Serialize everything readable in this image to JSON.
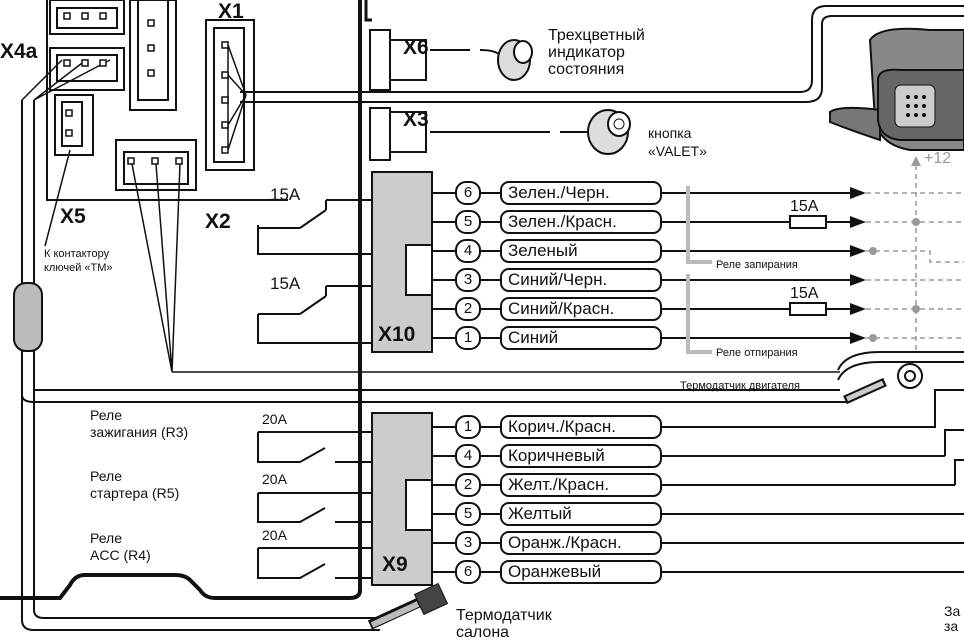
{
  "connectors": {
    "x4a": "X4a",
    "x1": "X1",
    "x5": "X5",
    "x2": "X2",
    "x6": "X6",
    "x3": "X3",
    "x10": "X10",
    "x9": "X9"
  },
  "components": {
    "indicator": "Трехцветный\nиндикатор\nсостояния",
    "valet": "кнопка\n«VALET»",
    "tm_contactor": "К контактору\nключей «ТМ»",
    "engine_sensor": "Термодатчик двигателя",
    "cabin_sensor": "Термодатчик\nсалона",
    "plus12": "+12",
    "bottom_right_cut": "За\nза"
  },
  "relays": {
    "lock_relay": "Реле запирания",
    "unlock_relay": "Реле отпирания",
    "ignition": "Реле\nзажигания (R3)",
    "starter": "Реле\nстартера (R5)",
    "acc": "Реле\nACC (R4)"
  },
  "fuses": {
    "f15_top": "15A",
    "f15_mid": "15A",
    "f15_wire1": "15A",
    "f15_wire2": "15A",
    "f20_1": "20A",
    "f20_2": "20A",
    "f20_3": "20A"
  },
  "x10_wires": [
    {
      "pin": "6",
      "name": "Зелен./Черн."
    },
    {
      "pin": "5",
      "name": "Зелен./Красн."
    },
    {
      "pin": "4",
      "name": "Зеленый"
    },
    {
      "pin": "3",
      "name": "Синий/Черн."
    },
    {
      "pin": "2",
      "name": "Синий/Красн."
    },
    {
      "pin": "1",
      "name": "Синий"
    }
  ],
  "x9_wires": [
    {
      "pin": "1",
      "name": "Корич./Красн."
    },
    {
      "pin": "4",
      "name": "Коричневый"
    },
    {
      "pin": "2",
      "name": "Желт./Красн."
    },
    {
      "pin": "5",
      "name": "Желтый"
    },
    {
      "pin": "3",
      "name": "Оранж./Красн."
    },
    {
      "pin": "6",
      "name": "Оранжевый"
    }
  ]
}
